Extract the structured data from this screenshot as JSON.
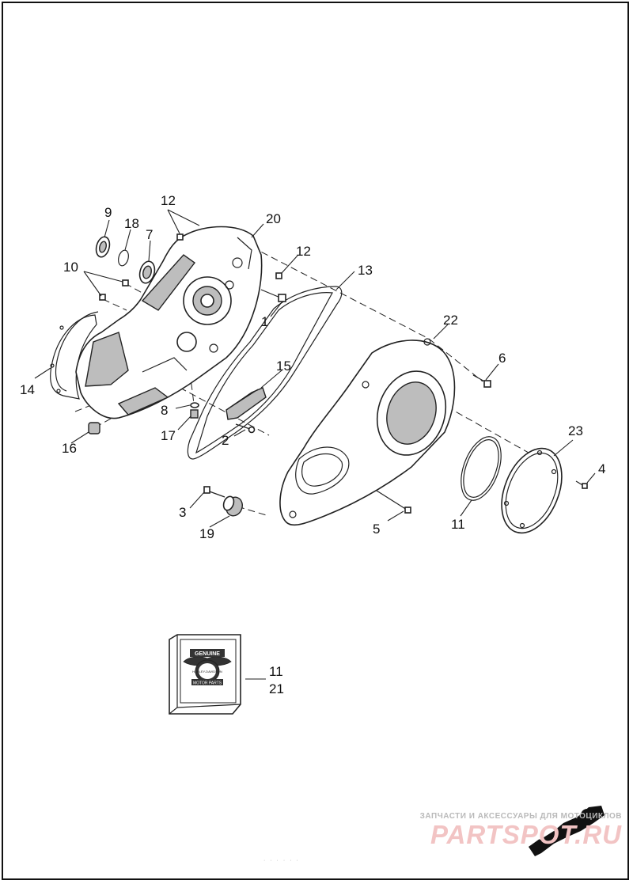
{
  "callouts": {
    "c1": "1",
    "c2": "2",
    "c3": "3",
    "c4": "4",
    "c5": "5",
    "c6": "6",
    "c7": "7",
    "c8": "8",
    "c9": "9",
    "c10": "10",
    "c11": "11",
    "c11b": "11",
    "c12": "12",
    "c12b": "12",
    "c13": "13",
    "c14": "14",
    "c15": "15",
    "c16": "16",
    "c17": "17",
    "c18": "18",
    "c19": "19",
    "c20": "20",
    "c21": "21",
    "c22": "22",
    "c23": "23"
  },
  "kit_logo": {
    "top_text": "GENUINE",
    "brand_text": "HARLEY-DAVIDSON",
    "bottom_text": "MOTOR PARTS"
  },
  "watermark": {
    "subtitle": "ЗАПЧАСТИ И АКСЕССУАРЫ ДЛЯ МОТОЦИКЛОВ",
    "brand": "PARTSPOT.RU"
  },
  "footer_code": "· · ·  ·  · ·"
}
